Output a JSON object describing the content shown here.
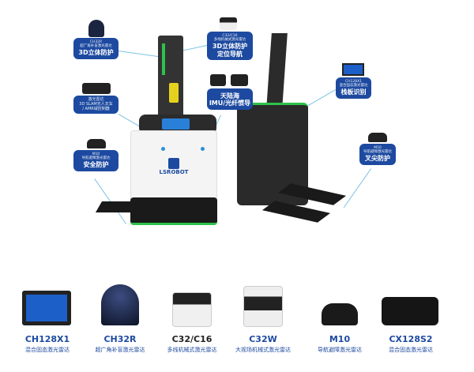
{
  "callouts": [
    {
      "model": "CH32R",
      "desc": "超广角补盲激光雷达",
      "feature": "3D立体防护"
    },
    {
      "model": "",
      "desc": "激光雷达\n3D SLAM无人叉车\n/ AMR域控制器",
      "feature": ""
    },
    {
      "model": "M10",
      "desc": "导航避障激光雷达",
      "feature": "安全防护"
    },
    {
      "model": "C32/C16",
      "desc": "多线机械式激光雷达",
      "feature": "3D立体防护\n定位导航"
    },
    {
      "model": "",
      "desc": "",
      "feature": "天陆海\nIMU/光纤惯导"
    },
    {
      "model": "CH128X1",
      "desc": "混合固态激光雷达",
      "feature": "栈板识别"
    },
    {
      "model": "M10",
      "desc": "导航避障激光雷达",
      "feature": "叉尖防护"
    }
  ],
  "brand": "LSROBOT",
  "products": [
    {
      "name": "CH128X1",
      "desc": "混合固态激光雷达"
    },
    {
      "name": "CH32R",
      "desc": "超广角补盲激光雷达"
    },
    {
      "name": "C32/C16",
      "desc": "多线机械式激光雷达"
    },
    {
      "name": "C32W",
      "desc": "大视场机械式激光雷达"
    },
    {
      "name": "M10",
      "desc": "导航避障激光雷达"
    },
    {
      "name": "CX128S2",
      "desc": "混合固态激光雷达"
    }
  ],
  "colors": {
    "card": "#1d4aa0",
    "accent": "#2ec24a",
    "line": "#7cc3e0"
  }
}
